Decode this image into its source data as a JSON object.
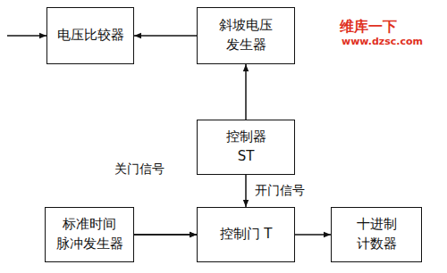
{
  "diagram": {
    "nodes": [
      {
        "text": [
          "电压比较器"
        ]
      },
      {
        "text": [
          "斜坡电压 发生器"
        ]
      },
      {
        "text": [
          "控制器 ST"
        ]
      },
      {
        "text": [
          "标准时间 脉冲发生器"
        ]
      },
      {
        "text": [
          "控制门 T"
        ]
      },
      {
        "text": [
          "十进制 计数器"
        ]
      }
    ],
    "edges": [
      {
        "from": 1,
        "to": 0,
        "arrow": "to"
      },
      {
        "from": 2,
        "to": 1,
        "arrow": "to"
      },
      {
        "from": 0,
        "to": 4,
        "label": "关门信号",
        "arrow": "to"
      },
      {
        "from": 2,
        "to": 4,
        "label": "开门信号",
        "arrow": "to"
      },
      {
        "from": 3,
        "to": 4,
        "arrow": "to"
      },
      {
        "from": 4,
        "to": 5,
        "arrow": "to"
      }
    ],
    "labels": [
      "维库一下",
      "www.dzsc.com"
    ]
  }
}
